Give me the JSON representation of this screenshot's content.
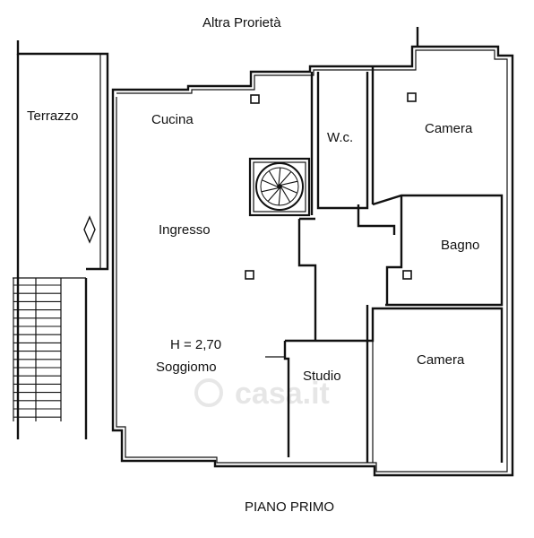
{
  "labels": {
    "neighbor": "Altra Prorietà",
    "terrace": "Terrazzo",
    "kitchen": "Cucina",
    "wc": "W.c.",
    "bedroom_top": "Camera",
    "entrance": "Ingresso",
    "bathroom": "Bagno",
    "height": "H = 2,70",
    "living": "Soggiomo",
    "study": "Studio",
    "bedroom_bottom": "Camera",
    "floor": "PIANO PRIMO"
  },
  "watermark": "casa.it"
}
